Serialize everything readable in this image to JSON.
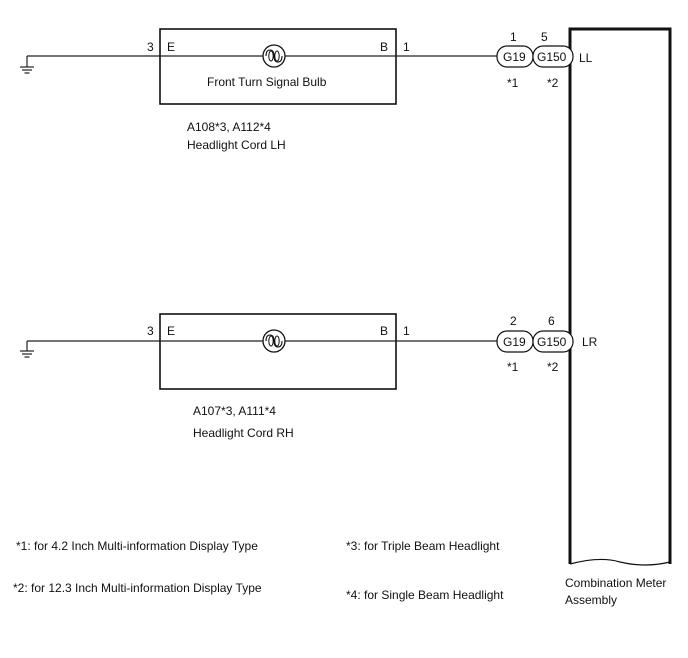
{
  "circuit_lh": {
    "pin_e_num": "3",
    "pin_e": "E",
    "pin_b": "B",
    "pin_b_num": "1",
    "bulb_label": "Front Turn Signal Bulb",
    "part_codes": "A108*3, A112*4",
    "part_name": "Headlight Cord LH",
    "conn1_pin": "1",
    "conn1_name": "G19",
    "conn1_note": "*1",
    "conn2_pin": "5",
    "conn2_name": "G150",
    "conn2_note": "*2",
    "signal": "LL"
  },
  "circuit_rh": {
    "pin_e_num": "3",
    "pin_e": "E",
    "pin_b": "B",
    "pin_b_num": "1",
    "part_codes": "A107*3, A111*4",
    "part_name": "Headlight Cord RH",
    "conn1_pin": "2",
    "conn1_name": "G19",
    "conn1_note": "*1",
    "conn2_pin": "6",
    "conn2_name": "G150",
    "conn2_note": "*2",
    "signal": "LR"
  },
  "meter": {
    "line1": "Combination Meter",
    "line2": "Assembly"
  },
  "notes": {
    "n1": "*1: for 4.2 Inch Multi-information Display Type",
    "n2": "*2: for 12.3 Inch Multi-information Display Type",
    "n3": "*3: for Triple Beam Headlight",
    "n4": "*4: for Single Beam Headlight"
  }
}
